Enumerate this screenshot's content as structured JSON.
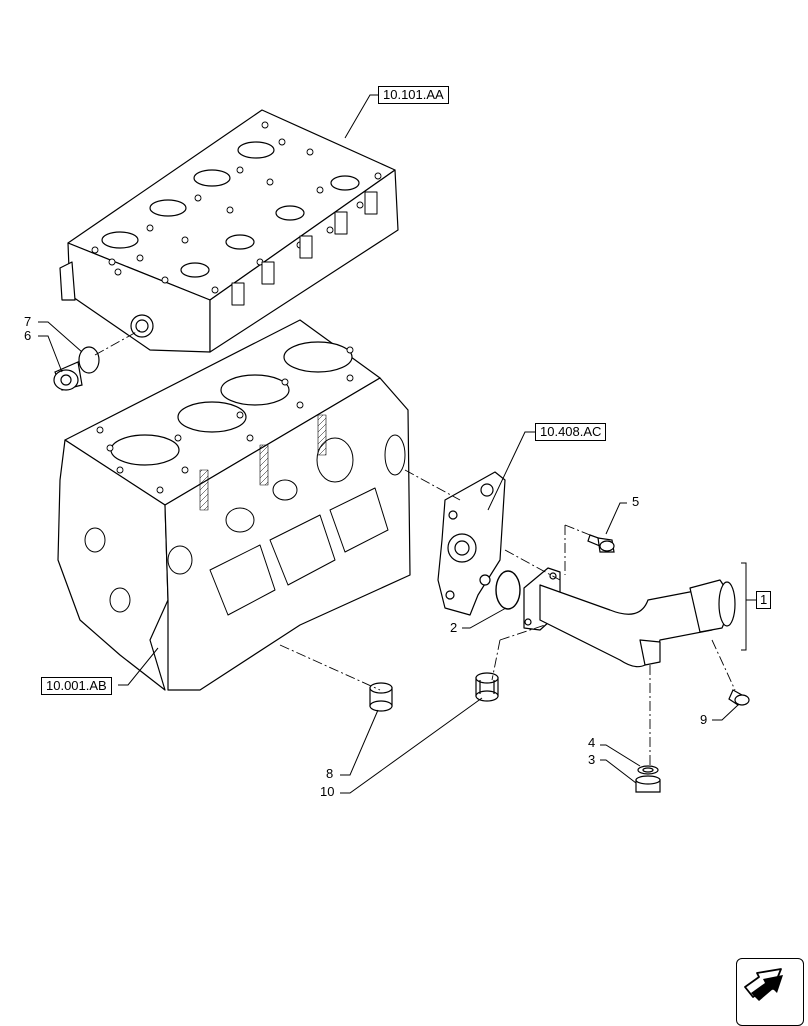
{
  "references": {
    "cylinder_head": "10.101.AA",
    "oil_pump": "10.408.AC",
    "crankcase": "10.001.AB"
  },
  "callouts": {
    "c1": "1",
    "c2": "2",
    "c3": "3",
    "c4": "4",
    "c5": "5",
    "c6": "6",
    "c7": "7",
    "c8": "8",
    "c9": "9",
    "c10": "10"
  },
  "navigation": {
    "icon": "next-page-arrow-icon"
  }
}
